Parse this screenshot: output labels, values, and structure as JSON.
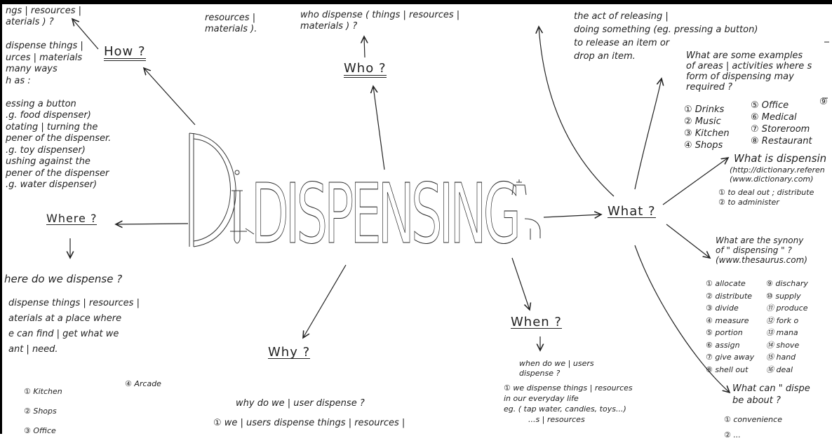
{
  "central_title": "DISPENSING",
  "nodes": {
    "how": "How ?",
    "who": "Who ?",
    "what": "What ?",
    "where": "Where ?",
    "why": "Why ?",
    "when": "When ?"
  },
  "how_block": {
    "top_lines": "ngs | resources |\naterials ) ?",
    "body_lines": "dispense things |\nurces | materials\nmany ways\nh as :\n\nessing a button\n.g. food dispenser)\notating | turning the\npener of the dispenser.\n.g. toy dispenser)\nushing against the\npener of the dispenser\n.g. water dispenser)"
  },
  "who_block": {
    "left_lines": "resources |\nmaterials ).",
    "center_lines": "who dispense ( things | resources |\nmaterials ) ?"
  },
  "what_top_block": {
    "lines": "the act of releasing |\ndoing something (eg. pressing a button)\nto release an item or\ndrop an item."
  },
  "examples_block": {
    "question": "What are some examples\nof areas | activities where s\nform of dispensing may\nrequired ?",
    "col1": "① Drinks\n② Music\n③ Kitchen\n④ Shops",
    "col2": "⑤ Office\n⑥ Medical\n⑦ Storeroom\n⑧ Restaurant",
    "col3": "⑨"
  },
  "meaning_block": {
    "question": "What is dispensin",
    "source": "(http://dictionary.referen\n(www.dictionary.com)",
    "answers": "① to deal out ; distribute\n② to administer"
  },
  "synonyms_block": {
    "question": "What are the synony\nof \" dispensing \" ?\n(www.thesaurus.com)",
    "col1": "① allocate\n② distribute\n③ divide\n④ measure\n⑤ portion\n⑥ assign\n⑦ give away\n⑧ shell out",
    "col2": "⑨ dischary\n⑩ supply\n⑪ produce\n⑫ fork o\n⑬ mana\n⑭ shove\n⑮ hand\n⑯ deal"
  },
  "about_block": {
    "question": "What can \" dispe\nbe about ?",
    "answers": "① convenience\n② ..."
  },
  "where_block": {
    "question": "here do we dispense ?",
    "body": "dispense things | resources |\naterials at a place where\ne can find | get what we\nant | need.",
    "col1": "① Kitchen\n② Shops\n③ Office",
    "col2": "④ Arcade"
  },
  "why_block": {
    "question": "why do we | user dispense ?",
    "answer": "① we | users dispense things | resources |"
  },
  "when_block": {
    "question": "when do we | users\ndispense ?",
    "answer": "① we dispense things | resources\nin our everyday life\neg. ( tap water, candies, toys...)\n          ...s | resources"
  }
}
